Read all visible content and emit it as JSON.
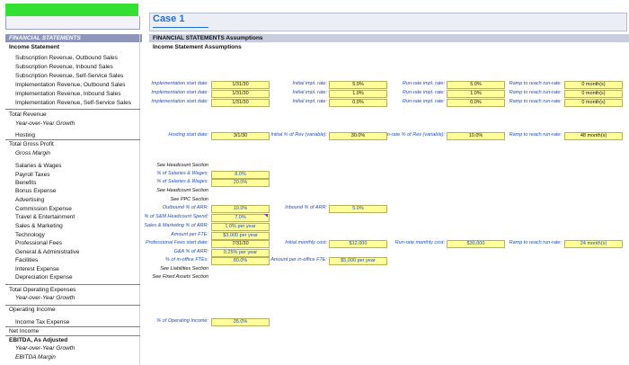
{
  "case": {
    "title": "Case 1"
  },
  "left": {
    "section": "FINANCIAL STATEMENTS",
    "header": "Income Statement",
    "rows": [
      "Subscription Revenue, Outbound Sales",
      "Subscription Revenue, Inbound Sales",
      "Subscription Revenue, Self-Service Sales",
      "Implementation Revenue, Outbound Sales",
      "Implementation Revenue, Inbound Sales",
      "Implementation Revenue, Self-Service Sales",
      "Total Revenue",
      "Year-over-Year Growth",
      "Hosting",
      "Total Gross Profit",
      "Gross Margin",
      "Salaries & Wages",
      "Payroll Taxes",
      "Benefits",
      "Bonus Expense",
      "Advertising",
      "Commission Expense",
      "Travel & Entertainment",
      "Sales & Marketing",
      "Technology",
      "Professional Fees",
      "General & Administrative",
      "Facilities",
      "Interest Expense",
      "Depreciation Expense",
      "Total Operating Expenses",
      "Year-over-Year Growth",
      "Operating Income",
      "Income Tax Expense",
      "Net Income",
      "EBITDA, As Adjusted",
      "Year-over-Year Growth",
      "EBITDA Margin"
    ]
  },
  "right": {
    "section": "FINANCIAL STATEMENTS Assumptions",
    "header": "Income Statement Assumptions",
    "impl": {
      "start_label": "Implementation start date:",
      "init_label": "Initial impl. rate:",
      "runrate_label": "Run-rate impl. rate:",
      "ramp_label": "Ramp to reach run-rate:",
      "rows": [
        {
          "date": "1/31/30",
          "init": "5.0%",
          "run": "5.0%",
          "ramp": "0 month(s)"
        },
        {
          "date": "1/31/30",
          "init": "1.0%",
          "run": "1.0%",
          "ramp": "0 month(s)"
        },
        {
          "date": "1/31/30",
          "init": "0.0%",
          "run": "0.0%",
          "ramp": "0 month(s)"
        }
      ]
    },
    "hosting": {
      "start_label": "Hosting start date:",
      "date": "3/1/30",
      "init_label": "Initial % of Rev (variable):",
      "init": "30.0%",
      "run_label": "n-rate % of Rev (variable):",
      "run": "10.0%",
      "ramp_label": "Ramp to reach run-rate:",
      "ramp": "48 month(s)"
    },
    "salaries_note": "See Headcount Section",
    "payroll": {
      "label": "% of Salaries & Wages:",
      "value": "8.0%"
    },
    "benefits": {
      "label": "% of Salaries & Wages:",
      "value": "20.0%"
    },
    "bonus_note": "See Headcount Section",
    "advertising_note": "See PPC Section",
    "commission": {
      "label": "Outbound % of ARR:",
      "value": "10.0%",
      "inbound_label": "Inbound % of ARR:",
      "inbound_value": "5.0%"
    },
    "travel": {
      "label": "% of S&M Headcount Spend:",
      "value": "7.0%"
    },
    "sm": {
      "label": "Sales & Marketing % of ARR:",
      "value": "1.0% per year"
    },
    "tech": {
      "label": "Amount per FTE:",
      "value": "$3,000 per year"
    },
    "prof": {
      "label": "Professional Fees start date:",
      "date": "7/31/30",
      "init_label": "Initial monthly cost:",
      "init": "$12,000",
      "run_label": "Run-rate monthly cost:",
      "run": "$30,000",
      "ramp_label": "Ramp to reach run-rate:",
      "ramp": "24 month(s)"
    },
    "ga": {
      "label": "G&A % of ARR:",
      "value": "0.25% per year"
    },
    "facilities": {
      "label": "% of in-office FTEs:",
      "value": "80.0%",
      "amount_label": "Amount per in-office FTE:",
      "amount": "$5,000 per year"
    },
    "interest_note": "See Liabilities Section",
    "depr_note": "See Fixed Assets Section",
    "tax": {
      "label": "% of Operating Income:",
      "value": "35.0%"
    }
  }
}
